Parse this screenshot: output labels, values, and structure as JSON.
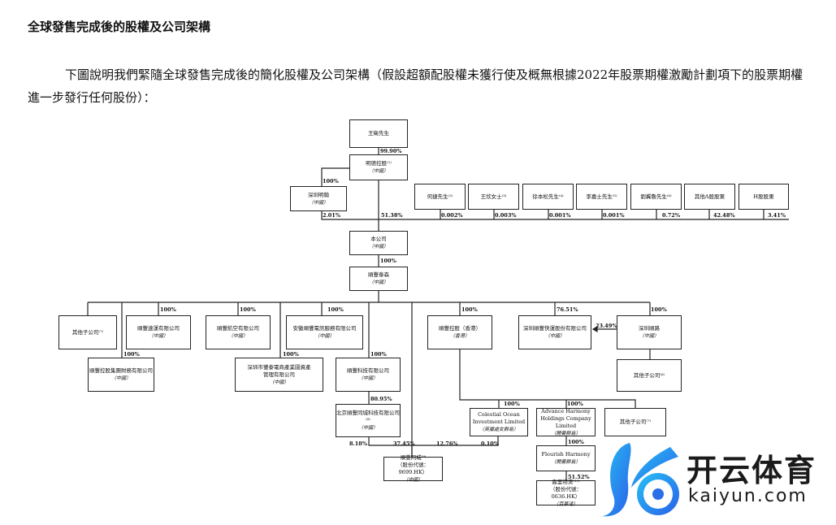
{
  "heading": "全球發售完成後的股權及公司架構",
  "paragraph": "下圖說明我們緊隨全球發售完成後的簡化股權及公司架構（假設超額配股權未獲行使及概無根據2022年股票期權激勵計劃項下的股票期權進一步發行任何股份）：",
  "boxes": {
    "wang": {
      "name": "王衛先生"
    },
    "mingde": {
      "name": "明德控股⁽¹⁾",
      "loc": "（中國）"
    },
    "szmh": {
      "name": "深圳明翰",
      "loc": "（中國）"
    },
    "hj": {
      "name": "何捷先生⁽²⁾"
    },
    "wx": {
      "name": "王欣女士⁽³⁾"
    },
    "xbs": {
      "name": "徐本松先生⁽⁴⁾"
    },
    "ljs": {
      "name": "李嘉士先生⁽⁵⁾"
    },
    "ljl": {
      "name": "劉冀魯先生⁽⁶⁾"
    },
    "otherA": {
      "name": "其他A股股東"
    },
    "hshare": {
      "name": "H股股東"
    },
    "company": {
      "name": "本公司",
      "loc": "（中國）"
    },
    "taisen": {
      "name": "順豐泰森",
      "loc": "（中國）"
    },
    "other2": {
      "name": "其他子公司⁽⁷⁾"
    },
    "express": {
      "name": "順豐速運有限公司",
      "loc": "（中國）"
    },
    "air": {
      "name": "順豐航空有限公司",
      "loc": "（中國）"
    },
    "anhui": {
      "name": "安徽順豐電訊服務有限公司",
      "loc": "（中國）"
    },
    "finance": {
      "name": "順豐控股集團財務有限公司",
      "loc": "（中國）"
    },
    "ecom": {
      "name": "深圳市豐泰電商產業園資產管理有限公司",
      "loc": "（中國）"
    },
    "tech": {
      "name": "順豐科技有限公司",
      "loc": "（中國）"
    },
    "bj": {
      "name": "北京順豐同城科技有限公司⁽⁸⁾",
      "loc": "（中國）"
    },
    "intra": {
      "name": "順豐同城⁽⁹⁾",
      "code": "（股份代號：9699.HK）",
      "loc": "（中國）"
    },
    "hk": {
      "name": "順豐控股（香港）",
      "loc": "（香港）"
    },
    "kuaiyun": {
      "name": "深圳順豐快運股份有限公司",
      "loc": "（中國）"
    },
    "shunlu": {
      "name": "深圳順路",
      "loc": "（中國）"
    },
    "other6": {
      "name": "其他子公司⁽⁶⁾"
    },
    "celestial": {
      "name": "Celestial Ocean Investment Limited",
      "loc": "（英屬處女群島）"
    },
    "advance": {
      "name": "Advance Harmony Holdings Company Limited",
      "loc": "（開曼群島）"
    },
    "other7": {
      "name": "其他子公司⁽⁷⁾"
    },
    "flourish": {
      "name": "Flourish Harmony",
      "loc": "（開曼群島）"
    },
    "kerry": {
      "name": "嘉里物流⁽¹⁰⁾",
      "code": "（股份代號：0636.HK）",
      "loc": "（百慕達）"
    }
  },
  "pct": {
    "wang_mingde": "99.90%",
    "mingde_szmh": "100%",
    "szmh": "2.01%",
    "mingde": "51.38%",
    "hj": "0.002%",
    "wx": "0.003%",
    "xbs": "0.001%",
    "ljs": "0.001%",
    "ljl": "0.72%",
    "otherA": "42.48%",
    "hshare": "3.41%",
    "company_taisen": "100%",
    "express": "100%",
    "air": "100%",
    "anhui": "100%",
    "finance": "100%",
    "ecom": "100%",
    "tech": "100%",
    "hk": "100%",
    "kuaiyun": "76.51%",
    "shunlu_kuaiyun": "23.49%",
    "shunlu": "100%",
    "bj": "80.95%",
    "bj_intra": "8.18%",
    "tech_intra": "37.45%",
    "hk_intra": "12.76%",
    "celestial_intra": "0.10%",
    "celestial": "100%",
    "advance": "100%",
    "flourish": "100%",
    "kerry": "51.52%"
  },
  "watermark": {
    "title": "开云体育",
    "url": "kaiyun.com"
  }
}
